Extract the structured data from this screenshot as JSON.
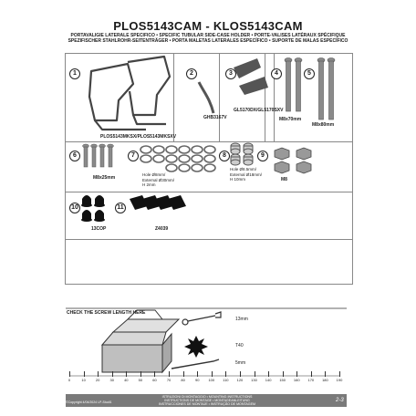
{
  "header": {
    "title": "PLOS5143CAM - KLOS5143CAM",
    "subtitles": [
      "PORTAVALIGIE LATERALE SPECIFICO • SPECIFIC TUBULAR SIDE-CASE HOLDER • PORTE-VALISES LATÉRAUX SPÉCIFIQUE",
      "SPEZIFISCHER STAHLROHR-SEITENTRÄGER • PORTA MALETAS LATERALES ESPECÍFICO • SUPORTE DE MALAS ESPECÍFICO"
    ]
  },
  "parts": {
    "p1": {
      "num": "1",
      "code": "PLOS5143MKSX/PLOS5143MKSXV"
    },
    "p2": {
      "num": "2",
      "code": "GHB3167V"
    },
    "p3": {
      "num": "3",
      "code": "GL5170DX/GL5170SXV"
    },
    "p4": {
      "num": "4",
      "code": "M8x70mm"
    },
    "p5": {
      "num": "5",
      "code": "M8x80mm"
    },
    "p6": {
      "num": "6",
      "code": "M8x25mm"
    },
    "p7": {
      "num": "7",
      "code_lines": [
        "Hole Ø8mm/",
        "External Ø30mm/",
        "H 2mm"
      ]
    },
    "p8": {
      "num": "8",
      "code_lines": [
        "Hole Ø8.5mm/",
        "External Ø18mm/",
        "H 10mm"
      ]
    },
    "p9": {
      "num": "9",
      "code": "M8"
    },
    "p10": {
      "num": "10",
      "code": "13COP"
    },
    "p11": {
      "num": "11",
      "code": "Z4039"
    }
  },
  "ruler": {
    "label": "CHECK THE SCREW LENGTH HERE",
    "ticks": [
      "0",
      "10",
      "20",
      "30",
      "40",
      "50",
      "60",
      "70",
      "80",
      "90",
      "100",
      "110",
      "120",
      "130",
      "140",
      "150",
      "160",
      "170",
      "180",
      "190"
    ]
  },
  "tools": {
    "wrench": "13mm",
    "torx": "T40",
    "allen": "5mm"
  },
  "footer": {
    "lines": [
      "ISTRUZIONI DI MONTAGGIO • MOUNTING INSTRUCTIONS",
      "INSTRUCTIONS DE MONTAGE • MONTAGEANLEITUNG",
      "INSTRUCCIONES DE MONTAJE • INSTRUÇÃO DE MONTAGEM"
    ],
    "copyright": "©Copyright 4/04/2024 LP-Studi1",
    "page": "2-3"
  }
}
